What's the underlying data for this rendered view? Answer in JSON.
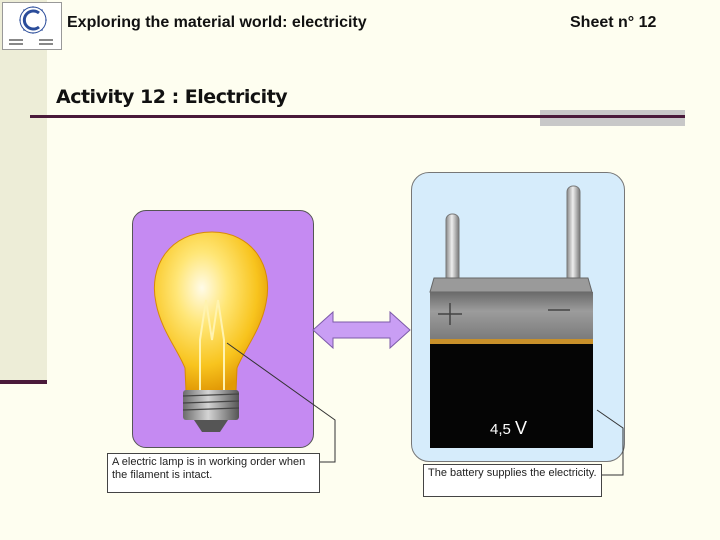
{
  "header": {
    "title": "Exploring the material world: electricity",
    "sheet": "Sheet n° 12"
  },
  "activity": {
    "title": "Activity 12 : Electricity"
  },
  "battery": {
    "plus": "+",
    "minus": "–",
    "voltage_number": "4,5",
    "voltage_unit": "V"
  },
  "captions": {
    "lamp": "A electric lamp is in working order when the filament is intact.",
    "battery": "The battery supplies the electricity."
  },
  "colors": {
    "lamp_panel": "#c58af2",
    "battery_panel": "#d6ecfb",
    "accent_rule": "#4a1a3a",
    "arrow": "#c99ef4"
  }
}
